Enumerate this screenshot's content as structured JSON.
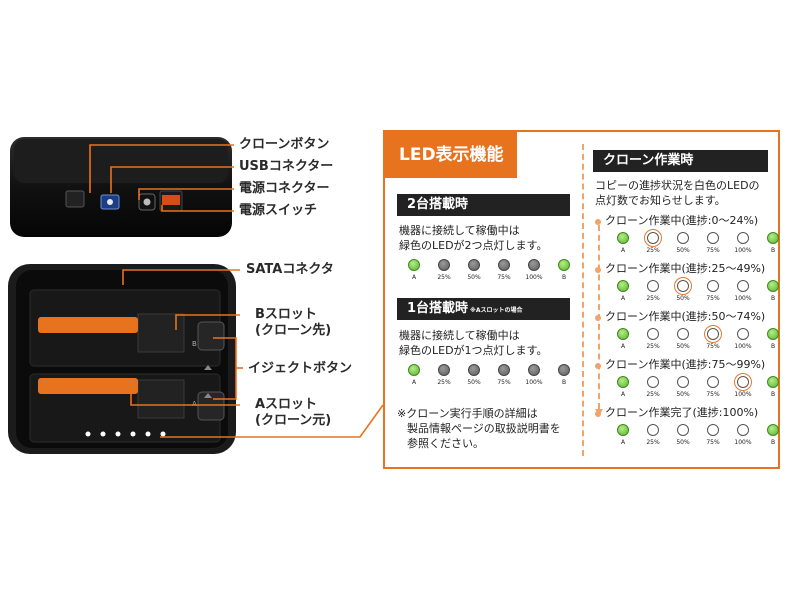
{
  "callouts": {
    "clone_button": "クローンボタン",
    "usb_connector": "USBコネクター",
    "power_connector": "電源コネクター",
    "power_switch": "電源スイッチ",
    "sata_connector": "SATAコネクタ",
    "b_slot_line1": "Bスロット",
    "b_slot_line2": "(クローン先)",
    "eject_button": "イジェクトボタン",
    "a_slot_line1": "Aスロット",
    "a_slot_line2": "(クローン元)"
  },
  "device": {
    "slot_marker_b": "B",
    "slot_marker_a": "A",
    "accent": "#e8731f"
  },
  "panel": {
    "title": "LED表示機能",
    "two_drive": {
      "heading": "2台搭載時",
      "desc_line1": "機器に接続して稼働中は",
      "desc_line2": "緑色のLEDが2つ点灯します。",
      "leds": [
        "green",
        "gray",
        "gray",
        "gray",
        "gray",
        "green"
      ]
    },
    "one_drive": {
      "heading": "1台搭載時",
      "heading_note": "※Aスロットの場合",
      "desc_line1": "機器に接続して稼働中は",
      "desc_line2": "緑色のLEDが1つ点灯します。",
      "leds": [
        "green",
        "gray",
        "gray",
        "gray",
        "gray",
        "gray"
      ]
    },
    "note_line1": "※クローン実行手順の詳細は",
    "note_line2": "製品情報ページの取扱説明書を",
    "note_line3": "参照ください。",
    "led_labels": [
      "A",
      "25%",
      "50%",
      "75%",
      "100%",
      "B"
    ],
    "clone": {
      "heading": "クローン作業時",
      "desc_line1": "コピーの進捗状況を白色のLEDの",
      "desc_line2": "点灯数でお知らせします。",
      "stages": [
        {
          "label": "クローン作業中(進捗:0〜24%)",
          "leds": [
            "green",
            "blink",
            "white",
            "white",
            "white",
            "green"
          ]
        },
        {
          "label": "クローン作業中(進捗:25〜49%)",
          "leds": [
            "green",
            "white",
            "blink",
            "white",
            "white",
            "green"
          ]
        },
        {
          "label": "クローン作業中(進捗:50〜74%)",
          "leds": [
            "green",
            "white",
            "white",
            "blink",
            "white",
            "green"
          ]
        },
        {
          "label": "クローン作業中(進捗:75〜99%)",
          "leds": [
            "green",
            "white",
            "white",
            "white",
            "blink",
            "green"
          ]
        },
        {
          "label": "クローン作業完了(進捗:100%)",
          "leds": [
            "green",
            "white",
            "white",
            "white",
            "white",
            "green"
          ]
        }
      ]
    }
  }
}
